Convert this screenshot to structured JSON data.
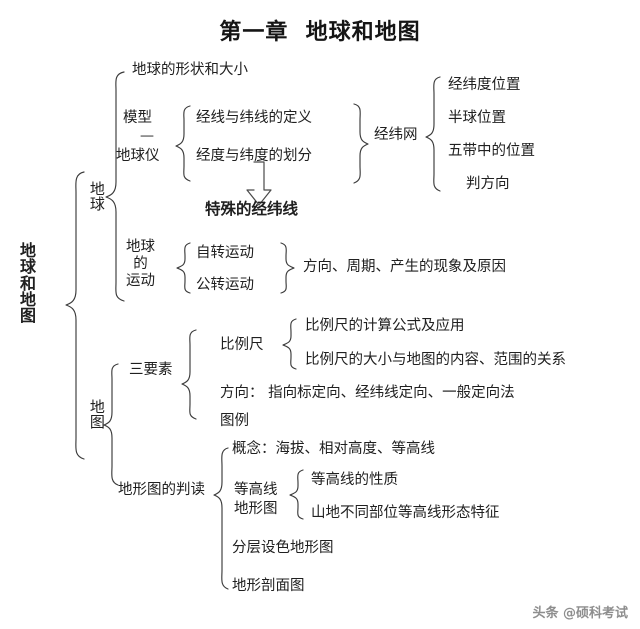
{
  "title": "第一章  地球和地图",
  "watermark": "头条 @硕科考试",
  "root": {
    "label": "地球和地图"
  },
  "branches": {
    "earth": "地球",
    "map": "地图"
  },
  "earth_section": {
    "shape_size": "地球的形状和大小",
    "model": {
      "line1": "模型",
      "dash": "—",
      "line2": "地球仪"
    },
    "model_children": [
      "经线与纬线的定义",
      "经度与纬度的划分"
    ],
    "graticule": {
      "label": "经纬网",
      "children": [
        "经纬度位置",
        "半球位置",
        "五带中的位置",
        "判方向"
      ]
    },
    "special_lines": "特殊的经纬线",
    "motion": {
      "label_lines": [
        "地球",
        "的",
        "运动"
      ],
      "children": [
        "自转运动",
        "公转运动"
      ],
      "result": "方向、周期、产生的现象及原因"
    }
  },
  "map_section": {
    "three_elements": {
      "label": "三要素",
      "scale": {
        "label": "比例尺",
        "children": [
          "比例尺的计算公式及应用",
          "比例尺的大小与地图的内容、范围的关系"
        ]
      },
      "direction": "方向：  指向标定向、经纬线定向、一般定向法",
      "legend": "图例"
    },
    "topographic": {
      "label": "地形图的判读",
      "concept": "概念：海拔、相对高度、等高线",
      "contour_map": {
        "label_lines": [
          "等高线",
          "地形图"
        ],
        "children": [
          "等高线的性质",
          "山地不同部位等高线形态特征"
        ]
      },
      "layered": "分层设色地形图",
      "profile": "地形剖面图"
    }
  },
  "colors": {
    "ink": "#202020",
    "stroke": "#3b3b3b",
    "background": "#ffffff",
    "watermark": "#8e8e8e"
  }
}
